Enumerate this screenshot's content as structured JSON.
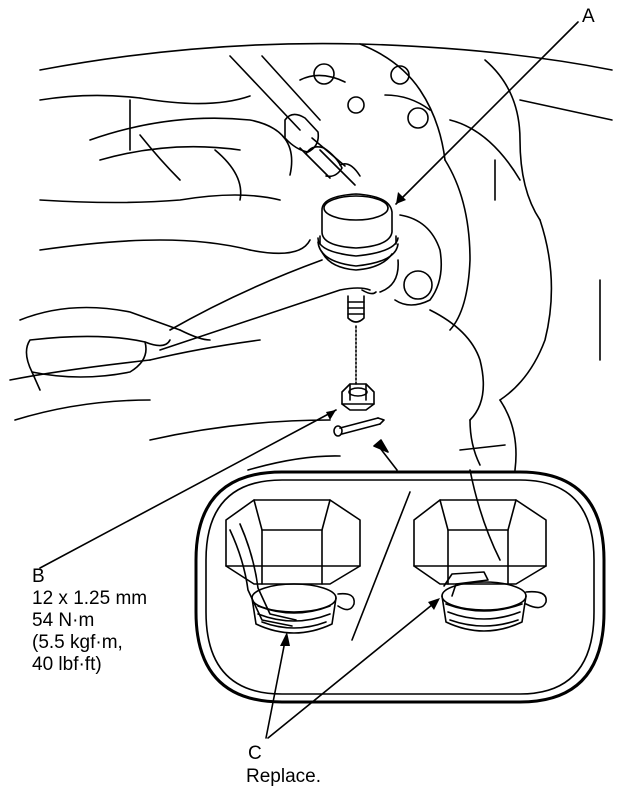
{
  "callouts": {
    "a": {
      "letter": "A"
    },
    "b": {
      "letter": "B",
      "size": "12 x 1.25 mm",
      "torque_nm": "54 N·m",
      "torque_kgf": "(5.5 kgf·m,",
      "torque_lbf": "40 lbf·ft)"
    },
    "c": {
      "letter": "C",
      "note": "Replace."
    }
  },
  "colors": {
    "line": "#000000",
    "background": "#ffffff"
  }
}
